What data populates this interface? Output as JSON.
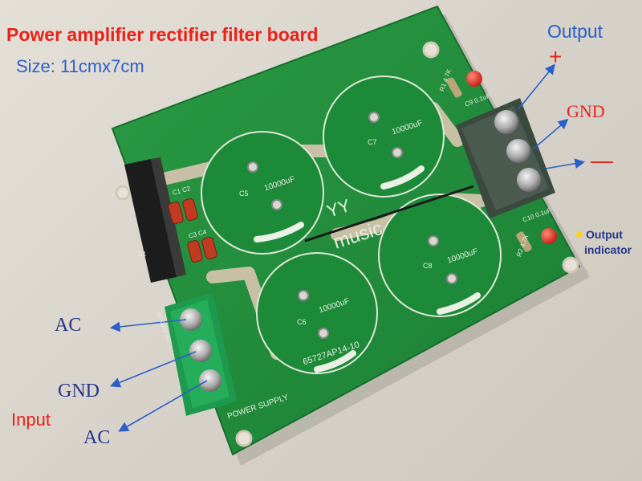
{
  "title": "Power amplifier rectifier filter board",
  "size": "Size: 11cmx7cm",
  "labels": {
    "output": "Output",
    "plus": "+",
    "gnd_out": "GND",
    "minus": "—",
    "output_indicator_1": "Output",
    "output_indicator_2": "indicator",
    "ac_top": "AC",
    "gnd_in": "GND",
    "input": "Input",
    "ac_bottom": "AC"
  },
  "silkscreen": {
    "brand_1": "YY",
    "brand_2": "music",
    "model": "65727AP14-10",
    "power_supply": "POWER SUPPLY",
    "cap_value": "10000uF",
    "c5": "C5",
    "c6": "C6",
    "c7": "C7",
    "c8": "C8",
    "c9": "C9 0.1uF",
    "c10": "C10 0.1uF",
    "r1": "R1 4.7K",
    "r2": "R2 4.7K",
    "c1c2": "C1 C2",
    "c3c4": "C3 C4",
    "ac_gnd_ac": "AC GND AC",
    "d1": "D1"
  },
  "colors": {
    "title": "#e8221a",
    "size": "#2a5fc8",
    "arrow": "#2a5fc8",
    "pcb": "#1f8a3a",
    "terminal": "#1f9a4e"
  }
}
